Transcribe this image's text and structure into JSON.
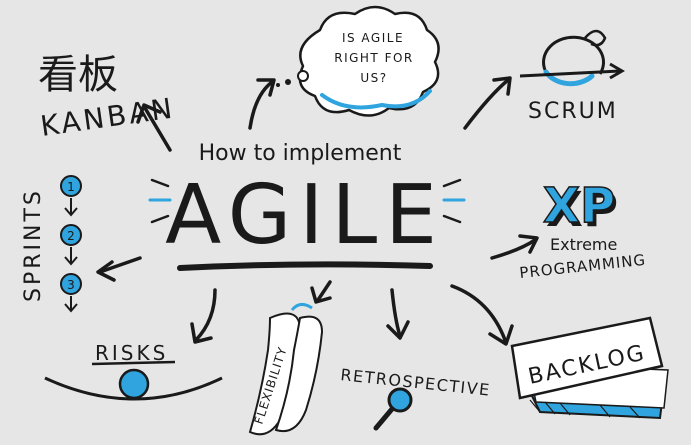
{
  "colors": {
    "ink": "#1a1a1a",
    "accent": "#2fa4de",
    "paper": "#e6e6e6",
    "white": "#ffffff"
  },
  "center": {
    "pre_title": "How to implement",
    "title": "AGILE"
  },
  "bubble": {
    "line1": "IS AGILE",
    "line2": "RIGHT FOR",
    "line3": "US?"
  },
  "kanban": {
    "kanji": "看板",
    "label": "KANBAN"
  },
  "scrum": {
    "label": "SCRUM"
  },
  "xp": {
    "abbr": "XP",
    "line1": "Extreme",
    "line2": "PROGRAMMING"
  },
  "sprints": {
    "label": "SPRINTS",
    "steps": [
      "1",
      "2",
      "3"
    ]
  },
  "risks": {
    "label": "RISKS"
  },
  "flexibility": {
    "label": "FLEXIBILITY"
  },
  "retrospective": {
    "label": "RETROSPECTIVE"
  },
  "backlog": {
    "label": "BACKLOG"
  },
  "icons": [
    "rotate-arrow-icon",
    "magnifier-icon",
    "ball-on-curve-icon",
    "spark-lines-icon"
  ]
}
